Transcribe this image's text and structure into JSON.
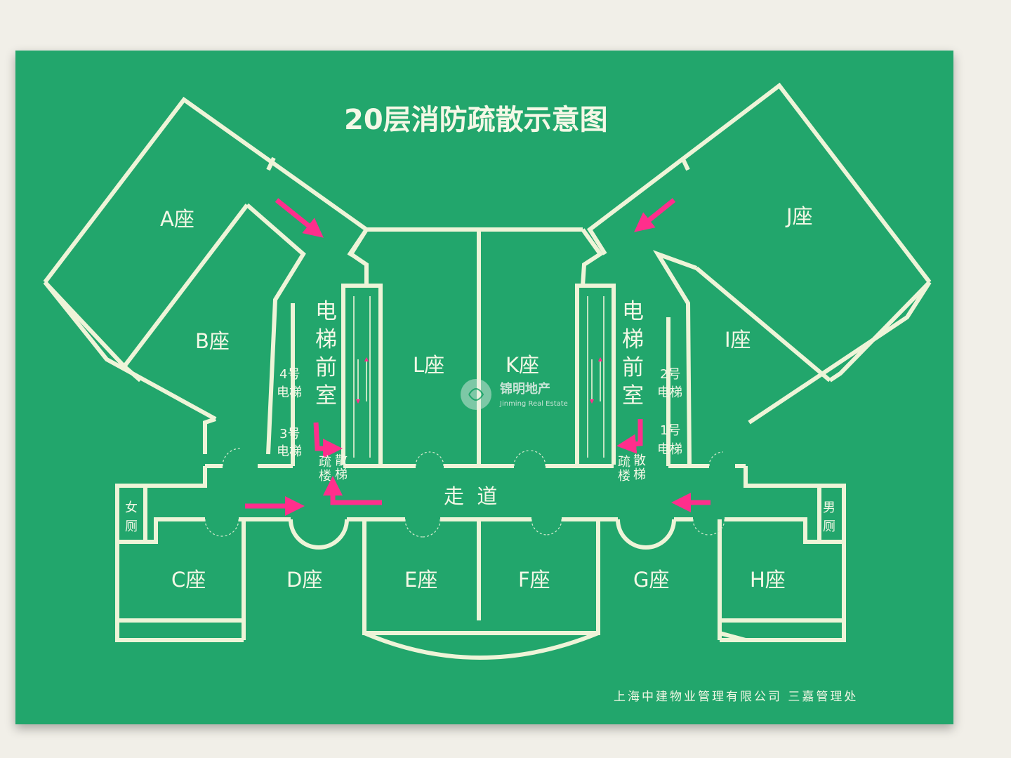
{
  "title": "20层消防疏散示意图",
  "zones": {
    "A": "A座",
    "B": "B座",
    "C": "C座",
    "D": "D座",
    "E": "E座",
    "F": "F座",
    "G": "G座",
    "H": "H座",
    "I": "I座",
    "J": "J座",
    "K": "K座",
    "L": "L座"
  },
  "lobby_left": [
    "电",
    "梯",
    "前",
    "室"
  ],
  "lobby_right": [
    "电",
    "梯",
    "前",
    "室"
  ],
  "elevators": {
    "e4": [
      "4号",
      "电梯"
    ],
    "e3": [
      "3号",
      "电梯"
    ],
    "e2": [
      "2号",
      "电梯"
    ],
    "e1": [
      "1号",
      "电梯"
    ]
  },
  "stairs_left": [
    "疏",
    "楼",
    "散",
    "梯"
  ],
  "stairs_right": [
    "疏",
    "楼",
    "散",
    "梯"
  ],
  "corridor": "走  道",
  "toilet_female": [
    "女",
    "厕"
  ],
  "toilet_male": [
    "男",
    "厕"
  ],
  "footer": "上海中建物业管理有限公司 三嘉管理处",
  "watermark": {
    "name": "锦明地产",
    "english": "Jinming Real Estate"
  },
  "colors": {
    "board": "#22a66c",
    "lines": "#eef4d8",
    "evacuation_arrow": "#ff2e8c",
    "background": "#f1efe8"
  }
}
